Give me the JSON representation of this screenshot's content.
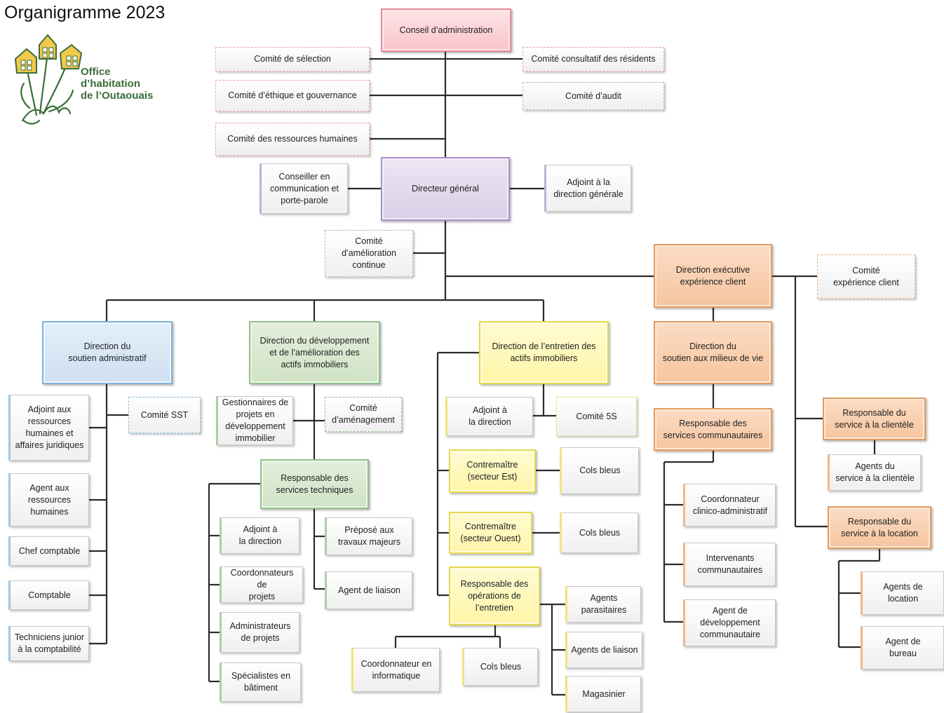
{
  "page": {
    "title": "Organigramme 2023"
  },
  "logo": {
    "line1": "Office",
    "line2": "d’habitation",
    "line3": "de l’Outaouais"
  },
  "nodes": {
    "conseil": "Conseil d’administration",
    "comite_selection": "Comité de sélection",
    "comite_consultatif": "Comité consultatif des résidents",
    "comite_ethique": "Comité d’éthique et gouvernance",
    "comite_audit": "Comité d’audit",
    "comite_rh": "Comité des ressources humaines",
    "conseiller_comm": "Conseiller en\ncommunication et\nporte-parole",
    "directeur_general": "Directeur général",
    "adjoint_dg": "Adjoint à la\ndirection générale",
    "comite_amelioration": "Comité\nd’amélioration\ncontinue",
    "dir_exec_client": "Direction exécutive\nexpérience client",
    "comite_exp_client": "Comité\nexpérience client",
    "dir_soutien_admin": "Direction du\nsoutien administratif",
    "dir_dev_actifs": "Direction du développement\net de l’amélioration des\nactifs immobiliers",
    "dir_entretien": "Direction de l’entretien des\nactifs immobiliers",
    "dir_milieux_vie": "Direction du\nsoutien aux milieux de vie",
    "adjoint_rh_jur": "Adjoint aux\nressources\nhumaines et\naffaires juridiques",
    "comite_sst": "Comité SST",
    "agent_rh": "Agent aux\nressources\nhumaines",
    "chef_comptable": "Chef comptable",
    "comptable": "Comptable",
    "tech_junior": "Techniciens junior\nà la comptabilité",
    "gestionnaires_projets": "Gestionnaires de\nprojets en\ndéveloppement\nimmobilier",
    "comite_amenagement": "Comité\nd’aménagement",
    "resp_serv_tech": "Responsable des\nservices techniques",
    "adjoint_dir_tech": "Adjoint à\nla direction",
    "prepose_travaux": "Préposé aux\ntravaux majeurs",
    "coord_projets": "Coordonnateurs de\nprojets",
    "agent_liaison_tech": "Agent de liaison",
    "admin_projets": "Administrateurs\nde projets",
    "specialistes_batiment": "Spécialistes en\nbâtiment",
    "adjoint_dir_entretien": "Adjoint à\nla direction",
    "comite_5s": "Comité 5S",
    "contremaitre_est": "Contremaître\n(secteur Est)",
    "cols_bleus_est": "Cols bleus",
    "contremaitre_ouest": "Contremaître\n(secteur Ouest)",
    "cols_bleus_ouest": "Cols bleus",
    "resp_operations": "Responsable des\nopérations de\nl’entretien",
    "agents_parasitaires": "Agents\nparasitaires",
    "agents_liaison": "Agents de liaison",
    "magasinier": "Magasinier",
    "coord_informatique": "Coordonnateur en\ninformatique",
    "cols_bleus_ops": "Cols bleus",
    "resp_serv_comm": "Responsable des\nservices communautaires",
    "coord_clinico": "Coordonnateur\nclinico-administratif",
    "intervenants_comm": "Intervenants\ncommunautaires",
    "agent_dev_comm": "Agent de\ndéveloppement\ncommunautaire",
    "resp_clientele": "Responsable du\nservice à la clientèle",
    "agents_clientele": "Agents du\nservice à la clientèle",
    "resp_location": "Responsable du\nservice à la location",
    "agents_location": "Agents de\nlocation",
    "agent_bureau": "Agent de\nbureau"
  },
  "colors": {
    "connector": "#2b2b2b",
    "board": "#f9c5cb",
    "executive": "#d9cfe8",
    "admin": "#cfe0f1",
    "development": "#d0e3c4",
    "maintenance": "#fff5a8",
    "client": "#f6c59f"
  }
}
